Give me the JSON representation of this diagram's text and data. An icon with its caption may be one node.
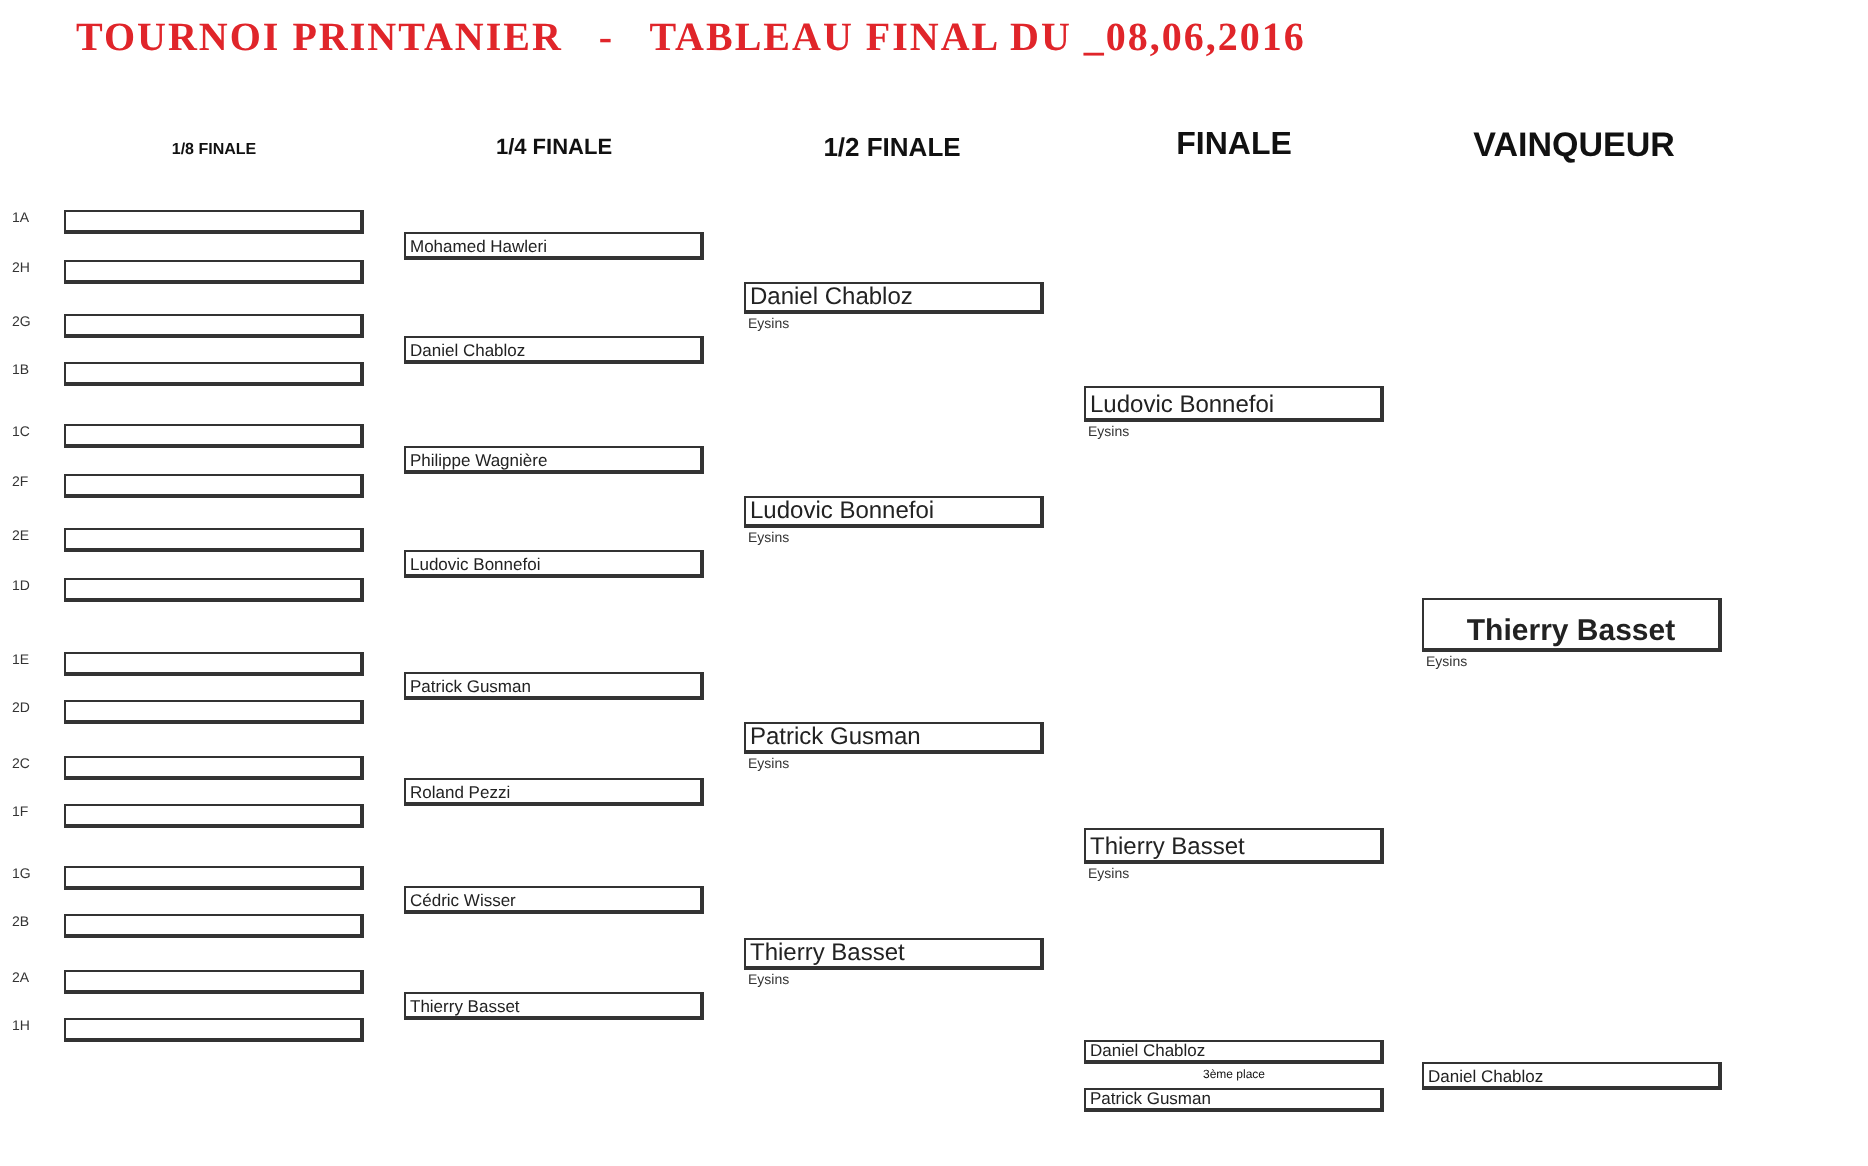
{
  "diagram": {
    "title": "TOURNOI PRINTANIER   -   TABLEAU FINAL DU _08,06,2016",
    "nodes": [
      {
        "text": [],
        "shape": "box",
        "beside": [
          "1A"
        ]
      },
      {
        "text": [],
        "shape": "box",
        "beside": [
          "2H"
        ]
      },
      {
        "text": [],
        "shape": "box",
        "beside": [
          "2G"
        ]
      },
      {
        "text": [],
        "shape": "box",
        "beside": [
          "1B"
        ]
      },
      {
        "text": [],
        "shape": "box",
        "beside": [
          "1C"
        ]
      },
      {
        "text": [],
        "shape": "box",
        "beside": [
          "2F"
        ]
      },
      {
        "text": [],
        "shape": "box",
        "beside": [
          "2E"
        ]
      },
      {
        "text": [],
        "shape": "box",
        "beside": [
          "1D"
        ]
      },
      {
        "text": [],
        "shape": "box",
        "beside": [
          "1E"
        ]
      },
      {
        "text": [],
        "shape": "box",
        "beside": [
          "2D"
        ]
      },
      {
        "text": [],
        "shape": "box",
        "beside": [
          "2C"
        ]
      },
      {
        "text": [],
        "shape": "box",
        "beside": [
          "1F"
        ]
      },
      {
        "text": [],
        "shape": "box",
        "beside": [
          "1G"
        ]
      },
      {
        "text": [],
        "shape": "box",
        "beside": [
          "2B"
        ]
      },
      {
        "text": [],
        "shape": "box",
        "beside": [
          "2A"
        ]
      },
      {
        "text": [],
        "shape": "box",
        "beside": [
          "1H"
        ]
      },
      {
        "text": [
          "Mohamed Hawleri"
        ]
      },
      {
        "text": [
          "Daniel Chabloz"
        ]
      },
      {
        "text": [
          "Philippe Wagnière"
        ]
      },
      {
        "text": [
          "Ludovic Bonnefoi"
        ]
      },
      {
        "text": [
          "Patrick Gusman"
        ]
      },
      {
        "text": [
          "Roland Pezzi"
        ]
      },
      {
        "text": [
          "Cédric Wisser"
        ]
      },
      {
        "text": [
          "Thierry Basset"
        ]
      },
      {
        "text": [
          "Daniel Chabloz"
        ],
        "beside": [
          "Eysins"
        ]
      },
      {
        "text": [
          "Ludovic Bonnefoi"
        ],
        "beside": [
          "Eysins"
        ]
      },
      {
        "text": [
          "Patrick Gusman"
        ],
        "beside": [
          "Eysins"
        ]
      },
      {
        "text": [
          "Thierry Basset"
        ],
        "beside": [
          "Eysins"
        ]
      },
      {
        "text": [
          "Ludovic Bonnefoi"
        ],
        "beside": [
          "Eysins"
        ]
      },
      {
        "text": [
          "Thierry Basset"
        ],
        "beside": [
          "Eysins"
        ]
      },
      {
        "text": [
          "Daniel Chabloz"
        ]
      },
      {
        "text": [
          "Patrick Gusman"
        ]
      },
      {
        "text": [
          "Thierry Basset"
        ],
        "beside": [
          "Eysins"
        ]
      },
      {
        "text": [
          "Daniel Chabloz"
        ]
      }
    ],
    "labels": [
      "1/8 FINALE",
      "1/4 FINALE",
      "1/2 FINALE",
      "FINALE",
      "VAINQUEUR",
      "3ème place"
    ]
  }
}
